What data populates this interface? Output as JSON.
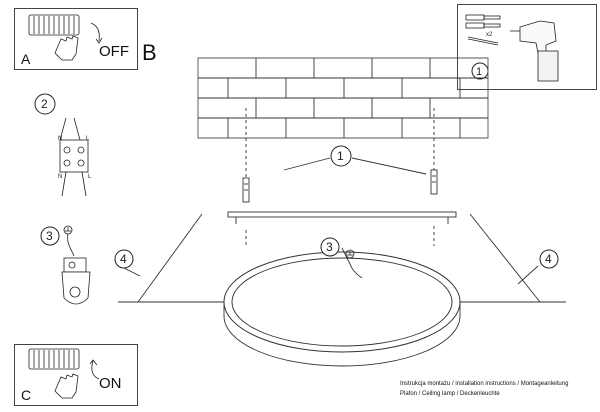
{
  "panels": {
    "a": {
      "letter": "A",
      "action": "OFF"
    },
    "b": {
      "letter": "B"
    },
    "c": {
      "letter": "C",
      "action": "ON"
    }
  },
  "steps": {
    "step1": "1",
    "step2": "2",
    "step3": "3",
    "step4": "4"
  },
  "screw_count": "x2",
  "terminal_labels": {
    "n": "N",
    "l": "L"
  },
  "caption": {
    "line1": "Instrukcja montażu / installation instructions / Montageanleitung",
    "line2": "Plafon / Ceiling lamp / Deckenleuchte"
  },
  "icons": [
    "hand-switch-icon",
    "drill-icon",
    "wall-plug-screw-icon",
    "ground-symbol-icon",
    "terminal-block-icon",
    "screw-icon"
  ]
}
